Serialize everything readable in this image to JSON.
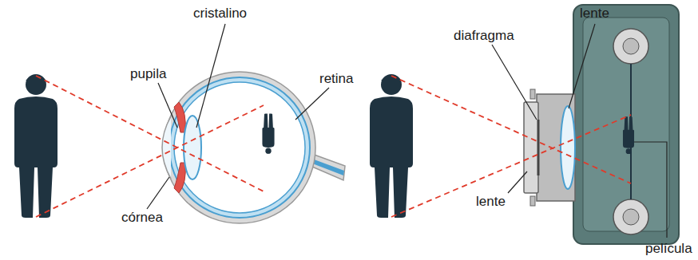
{
  "diagram": {
    "labels": [
      "cristalino",
      "pupila",
      "retina",
      "córnea",
      "diafragma",
      "lente",
      "lente",
      "película"
    ]
  }
}
